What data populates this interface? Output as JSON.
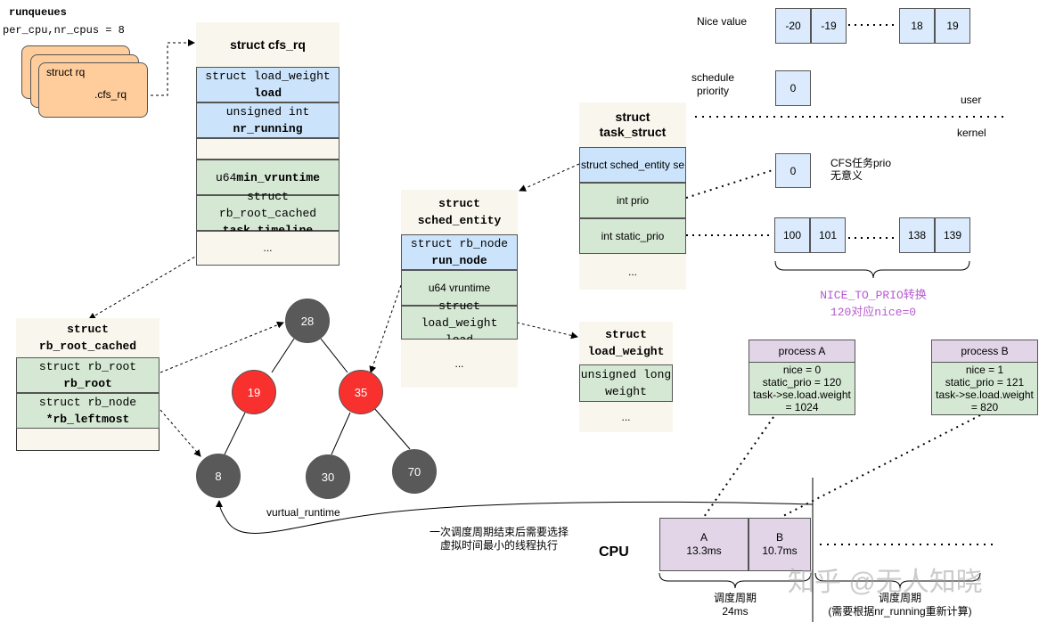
{
  "runqueues": {
    "title": "runqueues",
    "subtitle": "per_cpu,nr_cpus = 8",
    "rq_label": "struct rq",
    "cfs_rq_label": ".cfs_rq"
  },
  "cfs_rq": {
    "title": "struct cfs_rq",
    "rows": [
      {
        "line1": "struct load_weight",
        "line2": "load"
      },
      {
        "line1": "unsigned int",
        "line2": "nr_running"
      },
      {
        "line1": "",
        "line2": ""
      },
      {
        "line1": "u64 ",
        "line2": "min_vruntime"
      },
      {
        "line1": "struct rb_root_cached",
        "line2": "task_timeline"
      },
      {
        "line1": "...",
        "line2": ""
      }
    ]
  },
  "rb_root_cached": {
    "title": "struct rb_root_cached",
    "rows": [
      {
        "line1": "struct rb_root",
        "line2": "rb_root"
      },
      {
        "line1": "struct rb_node",
        "line2": "*rb_leftmost"
      }
    ]
  },
  "sched_entity": {
    "title_line1": "struct",
    "title_line2": "sched_entity",
    "rows": [
      {
        "line1": "struct rb_node",
        "line2": "run_node"
      },
      {
        "line1": "u64 vruntime",
        "line2": ""
      },
      {
        "line1": "struct load_weight",
        "line2": "load"
      },
      {
        "line1": "...",
        "line2": ""
      }
    ]
  },
  "task_struct": {
    "title_line1": "struct",
    "title_line2": "task_struct",
    "rows": [
      "struct sched_entity se",
      "int prio",
      "int static_prio",
      "..."
    ]
  },
  "load_weight": {
    "title_line1": "struct",
    "title_line2": "load_weight",
    "rows": [
      {
        "line1": "unsigned long",
        "line2": "weight"
      },
      {
        "line1": "...",
        "line2": ""
      }
    ]
  },
  "tree": {
    "nodes": [
      {
        "label": "28",
        "color": "#595959"
      },
      {
        "label": "19",
        "color": "#f8312f"
      },
      {
        "label": "35",
        "color": "#f8312f"
      },
      {
        "label": "8",
        "color": "#595959"
      },
      {
        "label": "30",
        "color": "#595959"
      },
      {
        "label": "70",
        "color": "#595959"
      }
    ],
    "caption": "vurtual_runtime"
  },
  "nice": {
    "label": "Nice value",
    "values": [
      "-20",
      "-19",
      "18",
      "19"
    ],
    "dots": "......."
  },
  "schedule_priority": {
    "label_line1": "schedule",
    "label_line2": "priority",
    "value": "0"
  },
  "user_label": "user",
  "kernel_label": "kernel",
  "cfs_prio": {
    "value": "0",
    "note_line1": "CFS任务prio",
    "note_line2": "无意义"
  },
  "static_prio_range": {
    "values": [
      "100",
      "101",
      "138",
      "139"
    ],
    "dots": "......."
  },
  "nice_to_prio": {
    "line1": "NICE_TO_PRIO转换",
    "line2": "120对应nice=0"
  },
  "process_a": {
    "title": "process A",
    "lines": [
      "nice = 0",
      "static_prio = 120",
      "task->se.load.weight",
      "= 1024"
    ]
  },
  "process_b": {
    "title": "process B",
    "lines": [
      "nice = 1",
      "static_prio = 121",
      "task->se.load.weight",
      "= 820"
    ]
  },
  "cpu": {
    "label": "CPU",
    "slot_a": {
      "name": "A",
      "time": "13.3ms"
    },
    "slot_b": {
      "name": "B",
      "time": "10.7ms"
    },
    "period_line1": "调度周期",
    "period_line2": "24ms",
    "next_period_line1": "调度周期",
    "next_period_line2": "(需要根据nr_running重新计算)"
  },
  "pick_note": {
    "line1": "一次调度周期结束后需要选择",
    "line2": "虚拟时间最小的线程执行"
  },
  "watermark": "知乎 @无人知晓"
}
